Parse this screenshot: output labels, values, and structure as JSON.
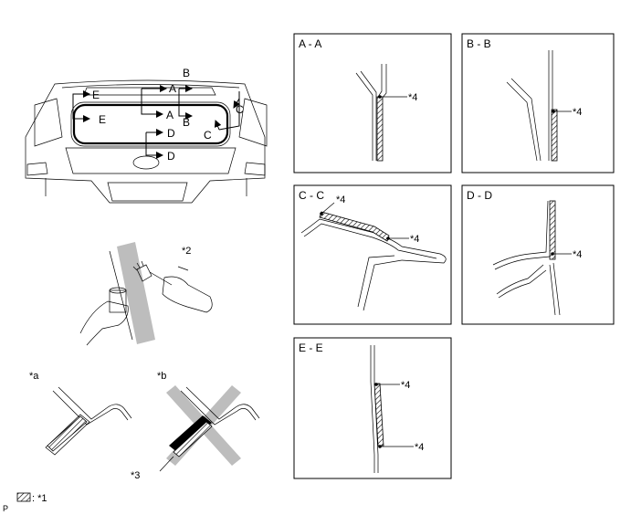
{
  "overview": {
    "section_labels": {
      "A": "A",
      "B": "B",
      "C": "C",
      "D": "D",
      "E": "E"
    }
  },
  "callouts": {
    "star2": "*2",
    "star3": "*3",
    "star_a": "*a",
    "star_b": "*b"
  },
  "legend": {
    "text": ": *1",
    "corner_mark": "P"
  },
  "panels": [
    {
      "title": "A - A",
      "callouts": [
        "*4"
      ]
    },
    {
      "title": "B - B",
      "callouts": [
        "*4"
      ]
    },
    {
      "title": "C - C",
      "callouts": [
        "*4",
        "*4"
      ]
    },
    {
      "title": "D - D",
      "callouts": [
        "*4"
      ]
    },
    {
      "title": "E - E",
      "callouts": [
        "*4",
        "*4"
      ]
    }
  ]
}
